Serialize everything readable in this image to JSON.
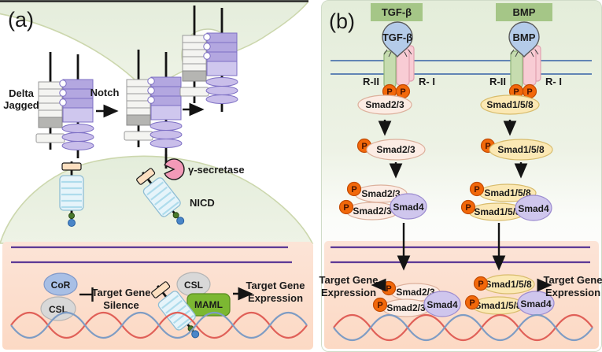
{
  "panel_a": {
    "label": "(a)",
    "delta_jagged_line1": "Delta",
    "delta_jagged_line2": "Jagged",
    "notch": "Notch",
    "gamma_secretase": "γ-secretase",
    "nicd": "NICD",
    "cor": "CoR",
    "csl": "CSL",
    "maml": "MAML",
    "silence_line1": "Target Gene",
    "silence_line2": "Silence",
    "expression_line1": "Target Gene",
    "expression_line2": "Expression"
  },
  "panel_b": {
    "label": "(b)",
    "p": "P",
    "smad4": "Smad4",
    "tgf": {
      "header": "TGF-β",
      "ligand": "TGF-β",
      "receptor2": "R-II",
      "receptor1": "R- I",
      "smad": "Smad2/3",
      "target_line1": "Target Gene",
      "target_line2": "Expression"
    },
    "bmp": {
      "header": "BMP",
      "ligand": "BMP",
      "receptor2": "R-II",
      "receptor1": "R- I",
      "smad": "Smad1/5/8",
      "target_line1": "Target Gene",
      "target_line2": "Expression"
    }
  },
  "colors": {
    "cell_green": "#e9f0e1",
    "cell_border": "#ccd7ad",
    "nucleus_pink": "#fce3d4",
    "nuclear_envelope_purple": "#5c3a96",
    "membrane_blue": "#6285b5",
    "notch_purple": "#b3a7e0",
    "delta_gray": "#f4f4f1",
    "nicd_blue": "#e6f4fa",
    "gamma_secretase_pink": "#f29ab8",
    "phosphate_orange": "#f2680a",
    "maml_green": "#7cb832",
    "cor_blue": "#a8bfe5",
    "csl_gray": "#d8d8d8",
    "header_green": "#a5c687",
    "ligand_blue": "#b4cbe9",
    "receptor2_green": "#c6dcaf",
    "receptor1_pink": "#f8ccd4",
    "smad23_pink": "#fcece4",
    "smad158_yellow": "#fbe8b4",
    "smad4_purple": "#cfc6ed",
    "dna_red": "#e06058",
    "dna_blue": "#7e9cc4"
  }
}
